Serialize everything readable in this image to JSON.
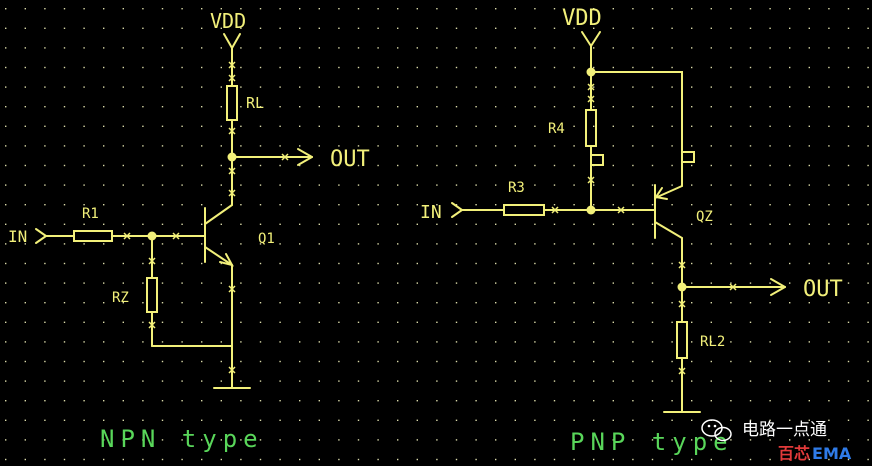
{
  "npn": {
    "supply": "VDD",
    "collector_resistor": "RL",
    "output": "OUT",
    "input": "IN",
    "base_resistor": "R1",
    "pulldown_resistor": "RZ",
    "transistor": "Q1",
    "caption": "NPN type"
  },
  "pnp": {
    "supply": "VDD",
    "pullup_resistor": "R4",
    "base_resistor": "R3",
    "input": "IN",
    "transistor": "QZ",
    "output": "OUT",
    "load_resistor": "RL2",
    "caption": "PNP type"
  },
  "watermark": {
    "channel": "电路一点通",
    "brand_part1": "百芯",
    "brand_part2": "EMA",
    "icon": "wechat-icon"
  },
  "colors": {
    "background": "#000000",
    "wire": "#f2f07a",
    "caption": "#59d65a",
    "grid_dot": "#d9d9a8"
  }
}
